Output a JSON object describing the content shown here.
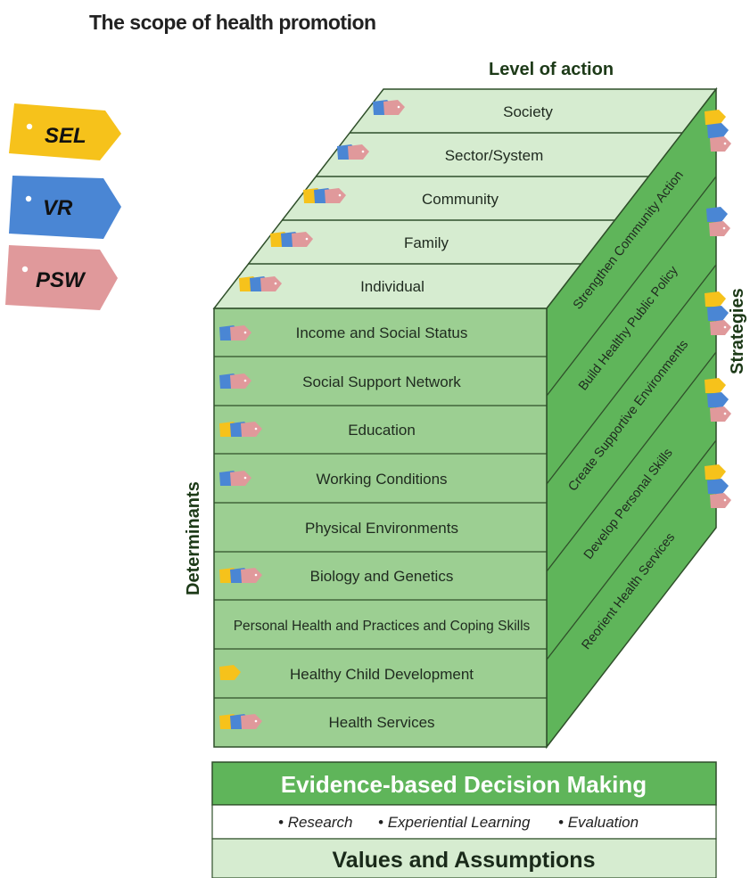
{
  "title": "The scope of health promotion",
  "axes": {
    "level": "Level of action",
    "strategies": "Strategies",
    "determinants": "Determinants"
  },
  "legend": [
    {
      "label": "SEL",
      "color": "#f6c21b"
    },
    {
      "label": "VR",
      "color": "#4a86d4"
    },
    {
      "label": "PSW",
      "color": "#e0999b"
    }
  ],
  "levels": [
    "Society",
    "Sector/System",
    "Community",
    "Family",
    "Individual"
  ],
  "strategies": [
    "Strengthen Community Action",
    "Build Healthy Public Policy",
    "Create Supportive Environments",
    "Develop Personal Skills",
    "Reorient Health Services"
  ],
  "determinants": [
    "Income and Social Status",
    "Social Support Network",
    "Education",
    "Working Conditions",
    "Physical Environments",
    "Biology and Genetics",
    "Personal Health and Practices and Coping Skills",
    "Healthy Child Development",
    "Health Services"
  ],
  "base": {
    "heading": "Evidence-based Decision Making",
    "bullets": [
      "Research",
      "Experiential Learning",
      "Evaluation"
    ],
    "footer": "Values and Assumptions"
  }
}
